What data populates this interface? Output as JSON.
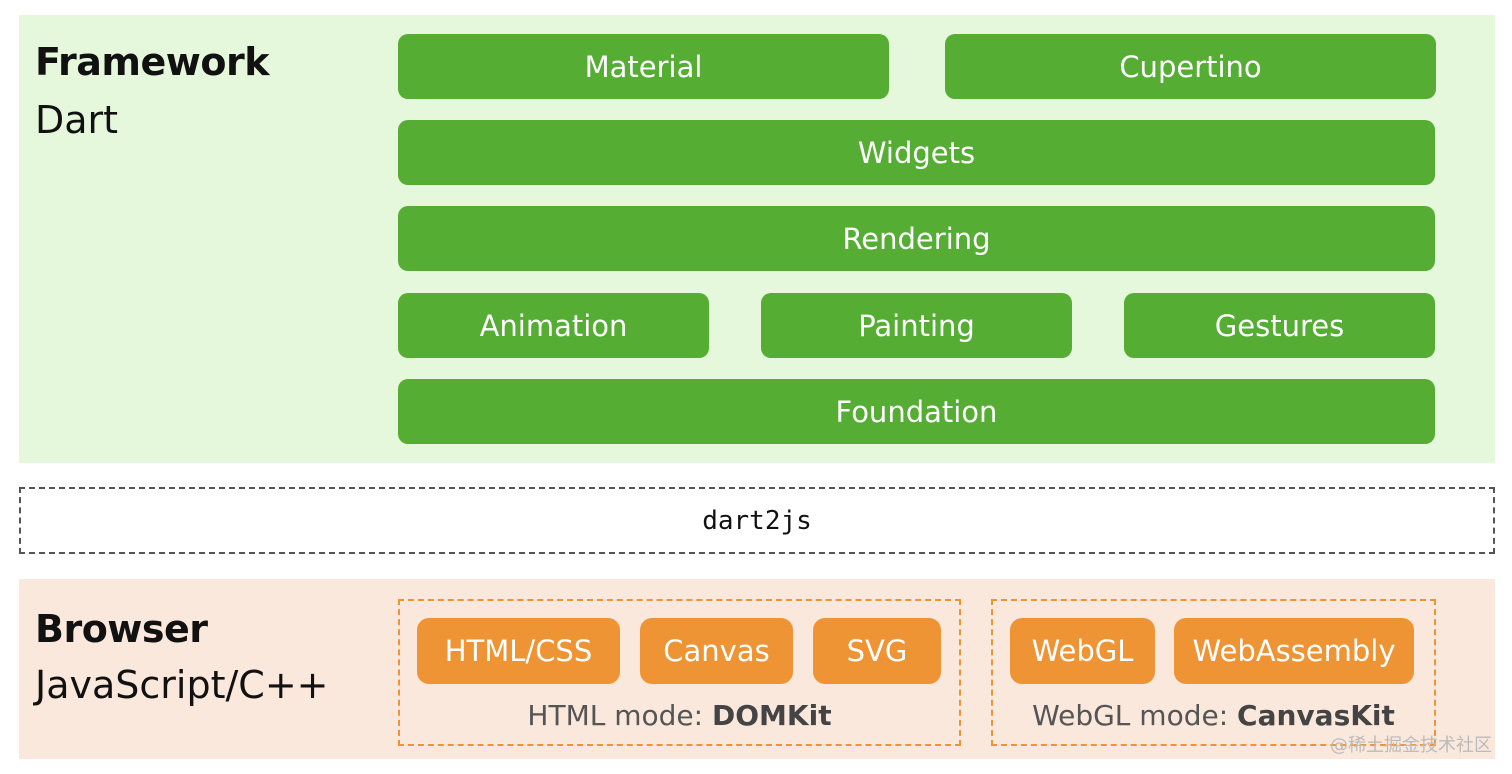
{
  "framework": {
    "title": "Framework",
    "language": "Dart",
    "layers": {
      "material": "Material",
      "cupertino": "Cupertino",
      "widgets": "Widgets",
      "rendering": "Rendering",
      "animation": "Animation",
      "painting": "Painting",
      "gestures": "Gestures",
      "foundation": "Foundation"
    }
  },
  "bridge": {
    "label": "dart2js"
  },
  "browser": {
    "title": "Browser",
    "language": "JavaScript/C++",
    "html_mode": {
      "prefix": "HTML mode: ",
      "name": "DOMKit",
      "items": [
        "HTML/CSS",
        "Canvas",
        "SVG"
      ]
    },
    "webgl_mode": {
      "prefix": "WebGL mode: ",
      "name": "CanvasKit",
      "items": [
        "WebGL",
        "WebAssembly"
      ]
    }
  },
  "watermark": "@稀土掘金技术社区",
  "colors": {
    "framework_bg": "#e6f8dc",
    "framework_box": "#55ad34",
    "browser_bg": "#fbe8dc",
    "browser_box": "#ef9434"
  }
}
